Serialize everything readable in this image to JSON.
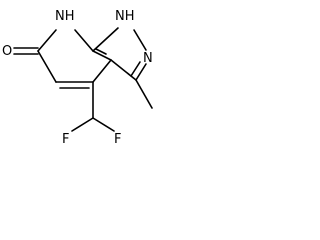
{
  "molecule": {
    "atoms": {
      "carbonyl_oxygen": "O",
      "ring_nh": "NH",
      "pyrazole_nh": "NH",
      "pyrazole_n": "N",
      "fluorine_left": "F",
      "fluorine_right": "F"
    }
  },
  "colors": {
    "bond": "#000000",
    "background": "#ffffff"
  }
}
